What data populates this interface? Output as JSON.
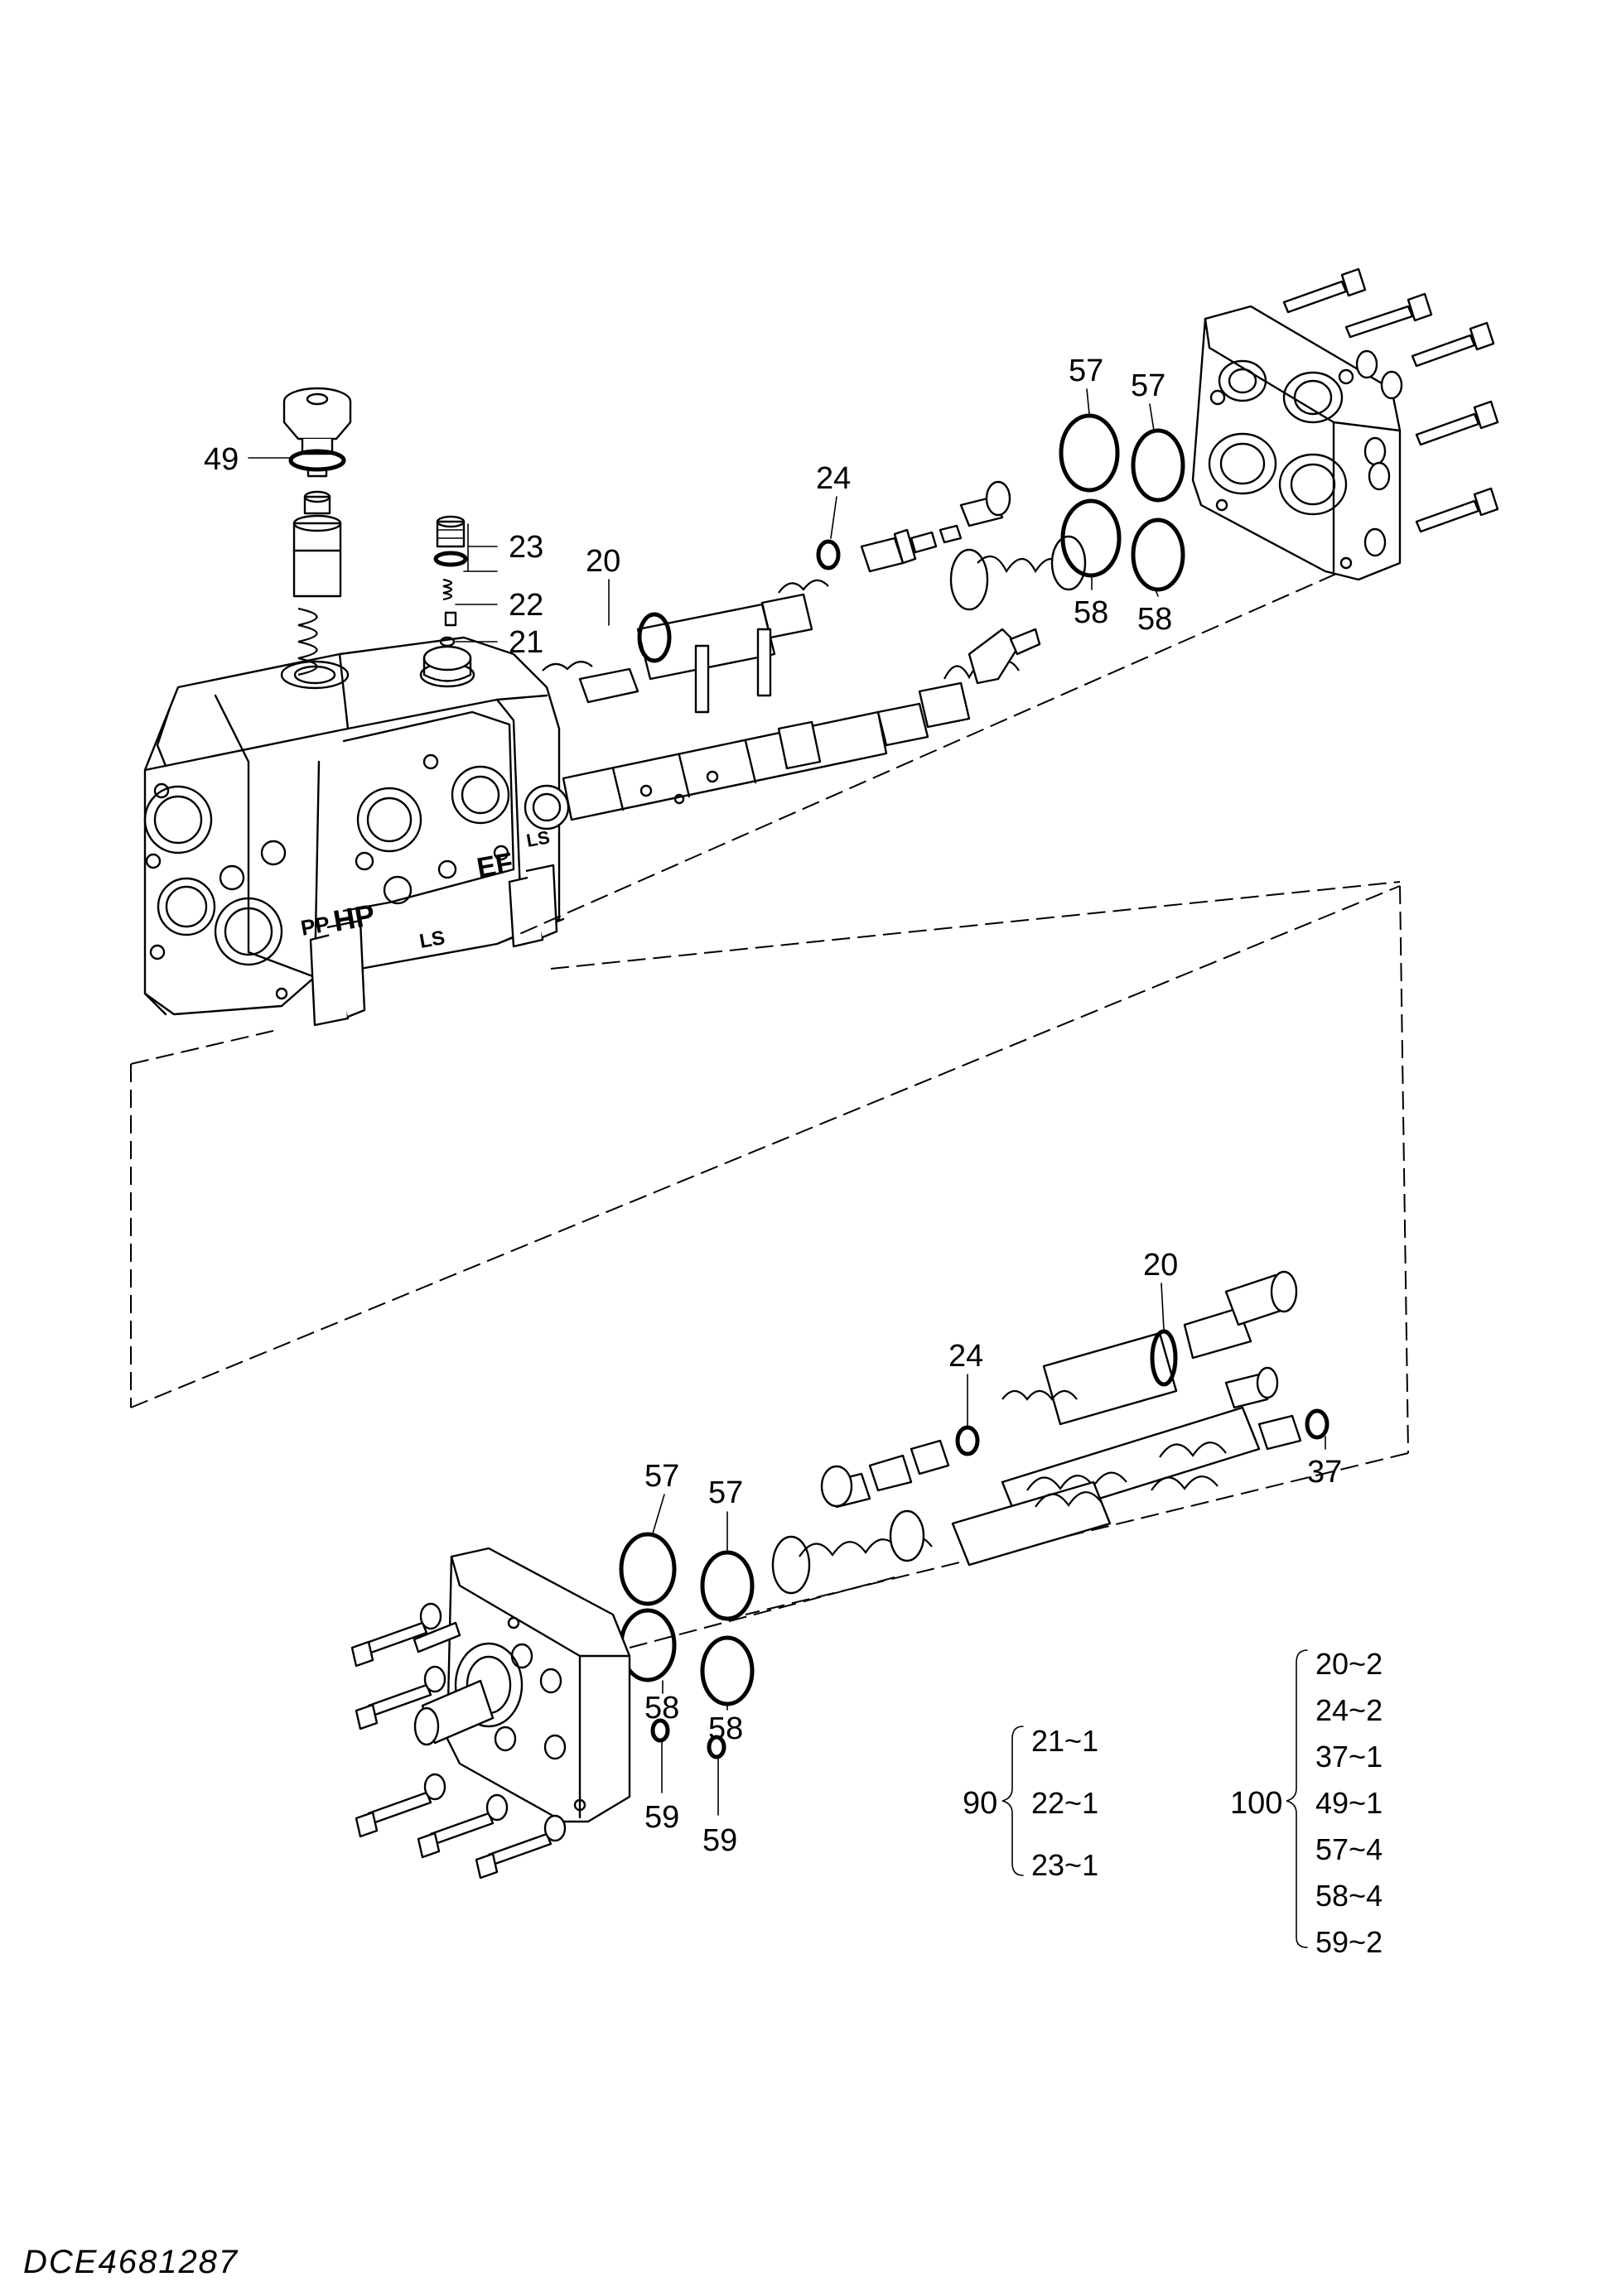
{
  "drawing_code": "DCE4681287",
  "callouts": {
    "c49": "49",
    "c23": "23",
    "c22": "22",
    "c21": "21",
    "c20_top": "20",
    "c24_top": "24",
    "c57_top_a": "57",
    "c57_top_b": "57",
    "c58_top_a": "58",
    "c58_top_b": "58",
    "c20_bot": "20",
    "c24_bot": "24",
    "c37": "37",
    "c57_bot_a": "57",
    "c57_bot_b": "57",
    "c58_bot_a": "58",
    "c58_bot_b": "58",
    "c59_a": "59",
    "c59_b": "59"
  },
  "body_markings": {
    "pp": "PP",
    "hp": "HP",
    "ls_top": "LS",
    "ls_side": "LS",
    "ef": "EF"
  },
  "kit_90": {
    "number": "90",
    "items": [
      "21~1",
      "22~1",
      "23~1"
    ]
  },
  "kit_100": {
    "number": "100",
    "items": [
      "20~2",
      "24~2",
      "37~1",
      "49~1",
      "57~4",
      "58~4",
      "59~2"
    ]
  }
}
